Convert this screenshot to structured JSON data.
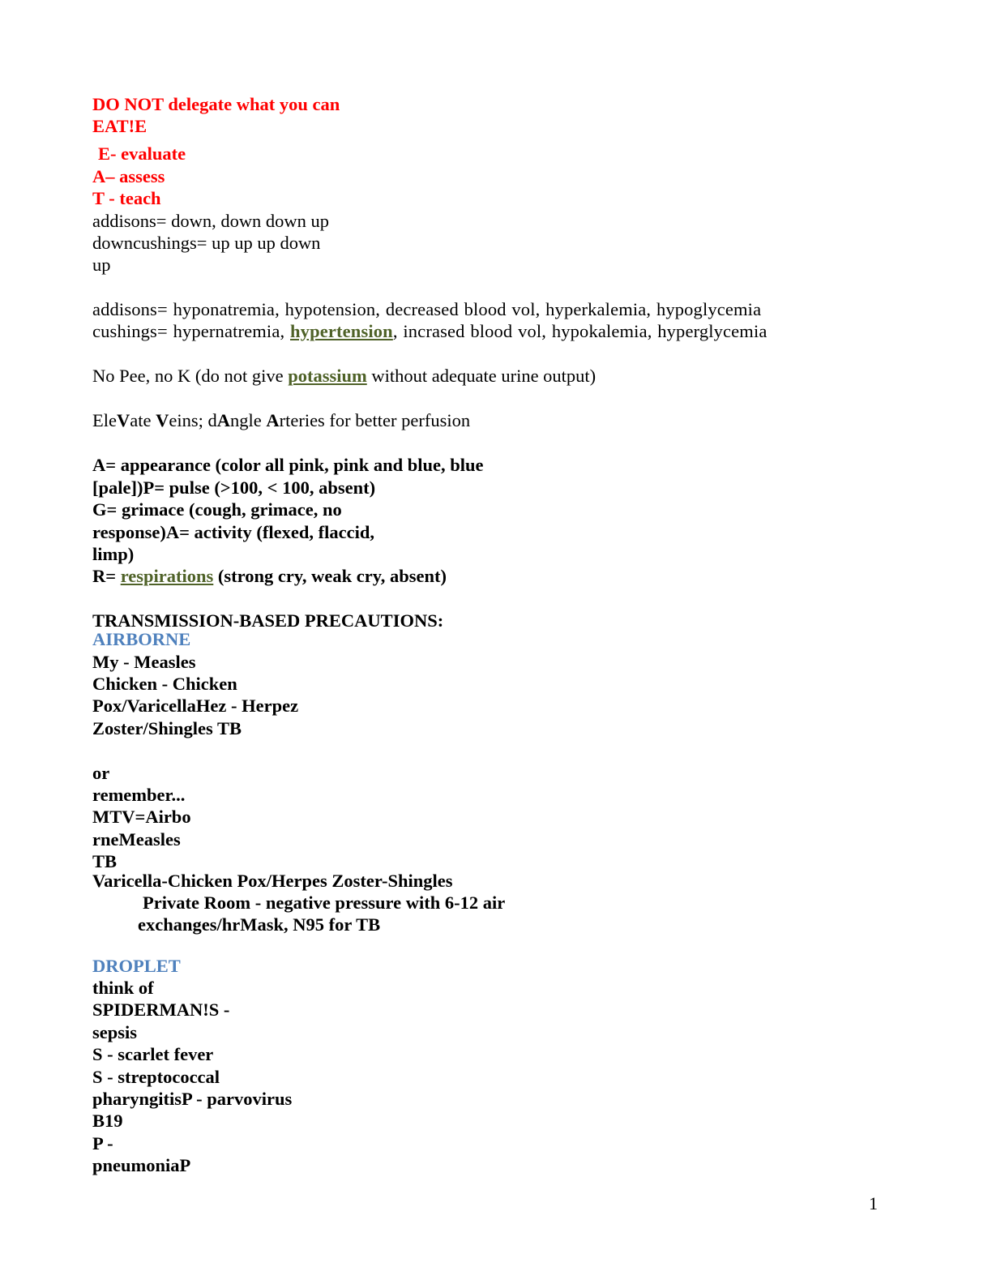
{
  "eate": {
    "l1": "DO NOT delegate what you can",
    "l2": "EAT!E",
    "l3": "E- evaluate",
    "l4": "A– assess",
    "l5": "T - teach"
  },
  "adrenal": {
    "l1": "addisons= down, down down up",
    "l2": "downcushings= up up up down",
    "l3": "up",
    "addisons": "addisons= hyponatremia, hypotension, decreased blood vol, hyperkalemia, hypoglycemia",
    "cushings_pre": "cushings= hypernatremia, ",
    "cushings_link": "hypertension",
    "cushings_post": ", incrased blood vol, hypokalemia, hyperglycemia"
  },
  "potassium": {
    "pre": "No Pee, no K (do not give ",
    "link": "potassium",
    "post": " without adequate urine output)"
  },
  "perfusion": {
    "p1": "Ele",
    "p2": "V",
    "p3": "ate ",
    "p4": "V",
    "p5": "eins; d",
    "p6": "A",
    "p7": "ngle ",
    "p8": "A",
    "p9": "rteries for better perfusion"
  },
  "apgar": {
    "l1": "A= appearance (color all pink, pink and blue, blue",
    "l2": "[pale])P= pulse (>100, < 100, absent)",
    "l3": "G= grimace (cough, grimace, no",
    "l4": "response)A= activity (flexed, flaccid,",
    "l5": "limp)",
    "r_pre": "R= ",
    "r_link": "respirations",
    "r_post": " (strong cry, weak cry, absent)"
  },
  "transmission": {
    "heading": "TRANSMISSION-BASED PRECAUTIONS:",
    "airborne": "AIRBORNE",
    "a1": "My - Measles",
    "a2": "Chicken - Chicken",
    "a3": "Pox/VaricellaHez - Herpez",
    "a4": "Zoster/Shingles TB",
    "a5": "or",
    "a6": "remember...",
    "a7": "MTV=Airbo",
    "a8": "rneMeasles",
    "a9": "TB",
    "a10": "Varicella-Chicken Pox/Herpes Zoster-Shingles",
    "a11": "Private Room - negative pressure with 6-12 air",
    "a12": "exchanges/hrMask, N95 for TB",
    "droplet": "DROPLET",
    "d1": "think of",
    "d2": "SPIDERMAN!S -",
    "d3": "sepsis",
    "d4": "S - scarlet fever",
    "d5": "S - streptococcal",
    "d6": "pharyngitisP - parvovirus",
    "d7": "B19",
    "d8": "P -",
    "d9": "pneumoniaP"
  },
  "page_number": "1",
  "colors": {
    "red": "#ff0000",
    "blue": "#4f81bd",
    "link_green": "#4f6228"
  }
}
